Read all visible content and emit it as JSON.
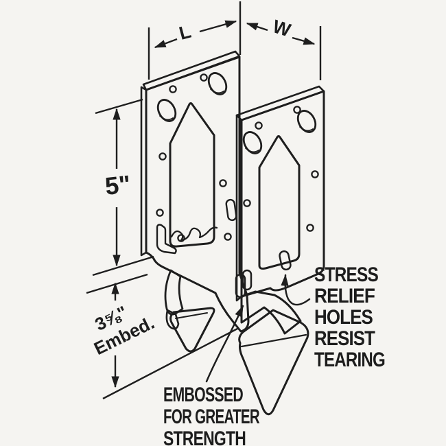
{
  "meta": {
    "figure_alt": "Isometric technical line drawing of an elevated post base connector: two embossed plates with arch cutouts, bolt holes, nail holes, stress-relief slots and bent anchor fins for concrete embedment."
  },
  "colors": {
    "background": "#f5f4f1",
    "line": "#1e1e1e",
    "text": "#1d1d1d",
    "plate": "#c6cfd7",
    "plate_shade": "#b5c1ca",
    "plate_edge": "#e8ebee",
    "cutout": "#ffffff"
  },
  "dimensions": {
    "length_label": "L",
    "width_label": "W",
    "height_label": "5\"",
    "embed_line1": "3⅝\"",
    "embed_line2": "Embed."
  },
  "callouts": {
    "stress_relief": {
      "lines": [
        "STRESS",
        "RELIEF",
        "HOLES",
        "RESIST",
        "TEARING"
      ]
    },
    "embossed": {
      "lines": [
        "EMBOSSED",
        "FOR GREATER",
        "STRENGTH"
      ]
    }
  }
}
